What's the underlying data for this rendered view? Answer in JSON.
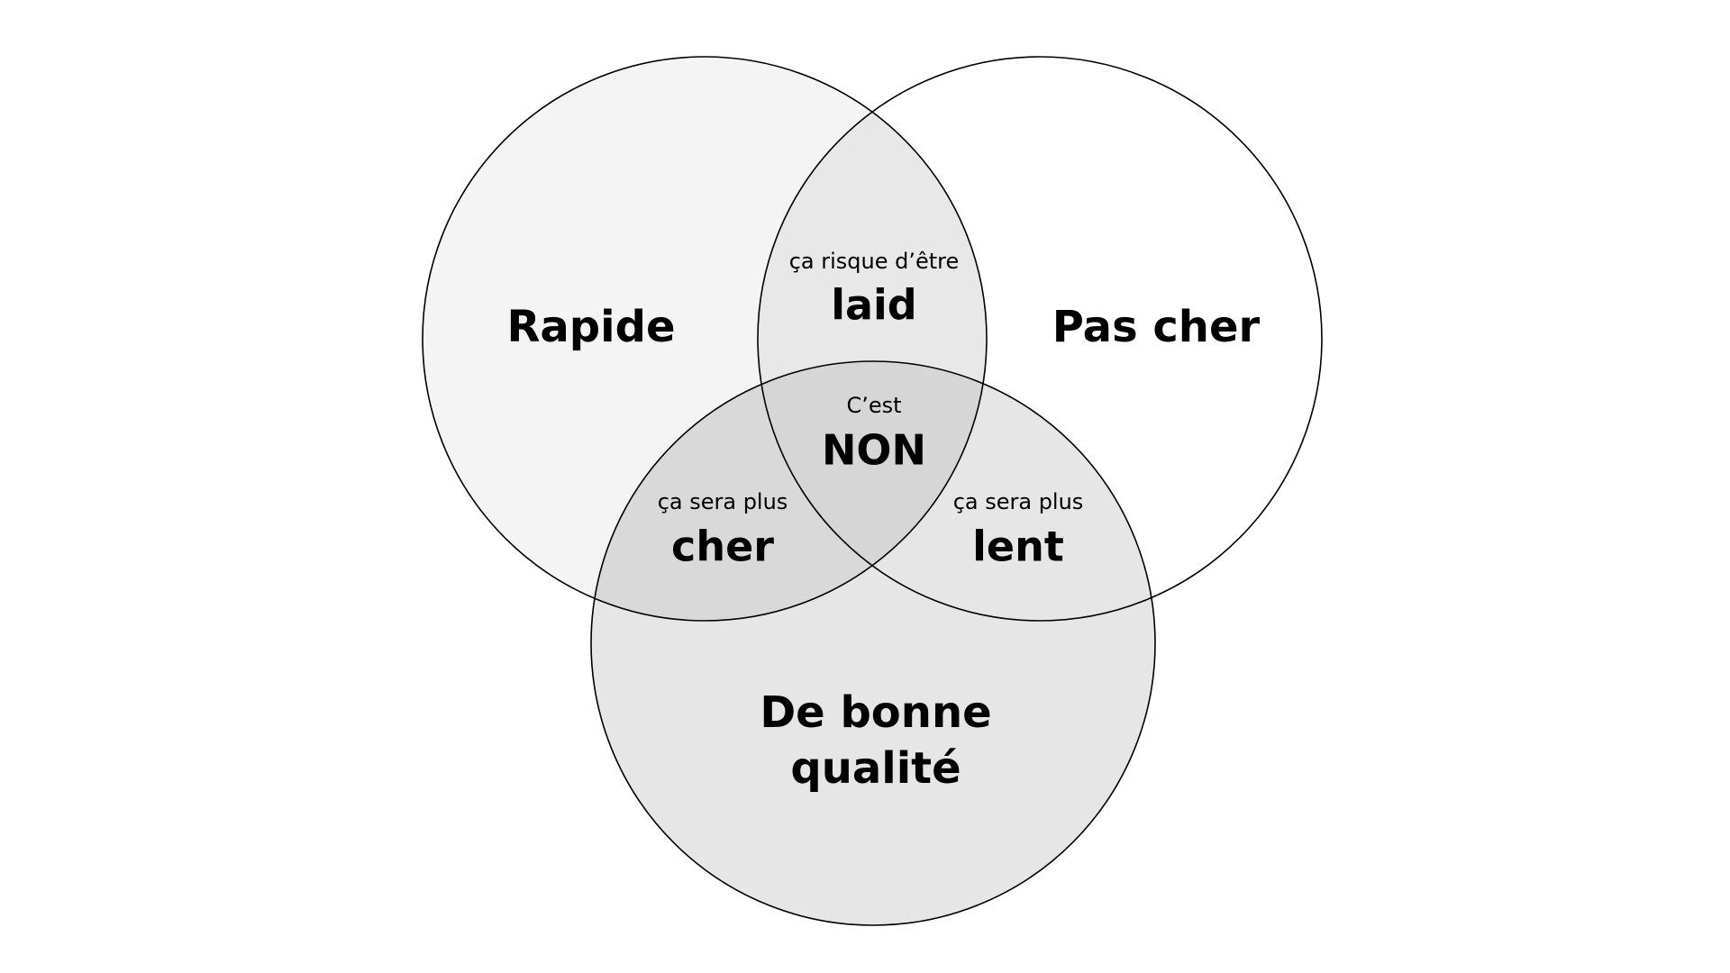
{
  "diagram": {
    "circles": [
      {
        "id": "rapide",
        "label": "Rapide",
        "fill": "#f4f4f4"
      },
      {
        "id": "pas-cher",
        "label": "Pas cher",
        "fill": "#ffffff"
      },
      {
        "id": "qualite",
        "label_line1": "De bonne",
        "label_line2": "qualité",
        "fill": "#e6e6e6"
      }
    ],
    "intersections": {
      "rapide_pascher": {
        "small": "ça risque d’être",
        "big": "laid",
        "fill": "#e8e8e8"
      },
      "rapide_qualite": {
        "small": "ça sera plus",
        "big": "cher",
        "fill": "#d9d9d9"
      },
      "pascher_qualite": {
        "small": "ça sera plus",
        "big": "lent",
        "fill": "#e6e6e6"
      },
      "all": {
        "small": "C’est",
        "big": "NON",
        "fill": "#d6d6d6"
      }
    },
    "stroke_color": "#000000"
  }
}
